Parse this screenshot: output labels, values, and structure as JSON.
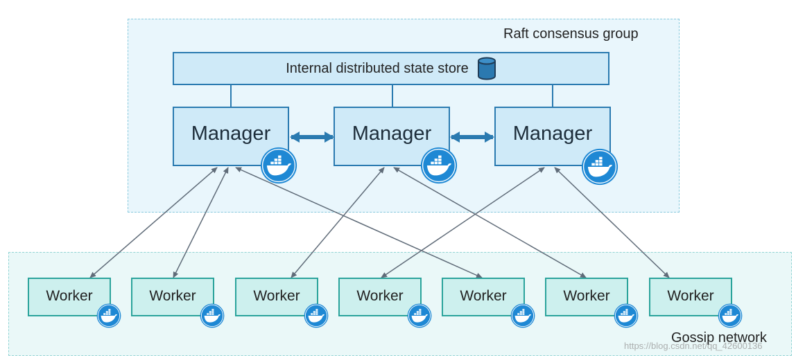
{
  "raft_group": {
    "label": "Raft consensus group"
  },
  "state_store": {
    "label": "Internal distributed state store",
    "icon": "database-icon"
  },
  "managers": [
    {
      "label": "Manager"
    },
    {
      "label": "Manager"
    },
    {
      "label": "Manager"
    }
  ],
  "workers": [
    {
      "label": "Worker"
    },
    {
      "label": "Worker"
    },
    {
      "label": "Worker"
    },
    {
      "label": "Worker"
    },
    {
      "label": "Worker"
    },
    {
      "label": "Worker"
    },
    {
      "label": "Worker"
    }
  ],
  "gossip": {
    "label": "Gossip network"
  },
  "watermark": "https://blog.csdn.net/qq_42600136",
  "colors": {
    "manager_border": "#2a7ab0",
    "worker_border": "#2aa39b",
    "docker_badge": "#1e88d4",
    "peer_arrow": "#2a7ab0",
    "link_line": "#5f6b78"
  }
}
